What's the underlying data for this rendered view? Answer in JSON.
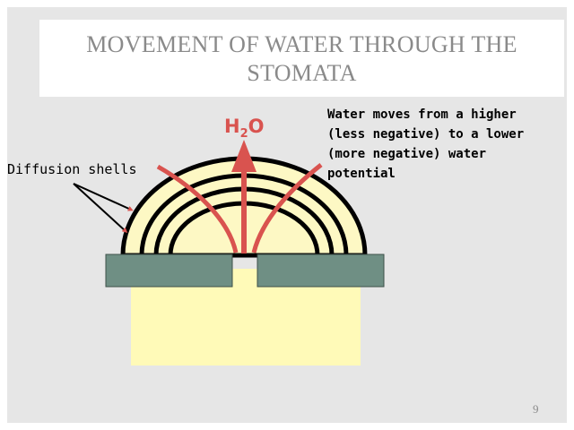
{
  "slide": {
    "title": "MOVEMENT OF WATER THROUGH THE STOMATA",
    "page_number": "9"
  },
  "figure": {
    "h2o_label": {
      "prefix": "H",
      "subscript": "2",
      "suffix": "O"
    },
    "diffusion_label": "Diffusion shells",
    "description": "Water moves from a higher\n(less negative) to a lower\n(more negative) water\npotential"
  },
  "colors": {
    "shell_fill": "#fdf8c4",
    "cell_fill": "#fffab8",
    "guard_cell": "#6f8f84",
    "arrow": "#d9534f",
    "title": "#8a8a8a"
  }
}
